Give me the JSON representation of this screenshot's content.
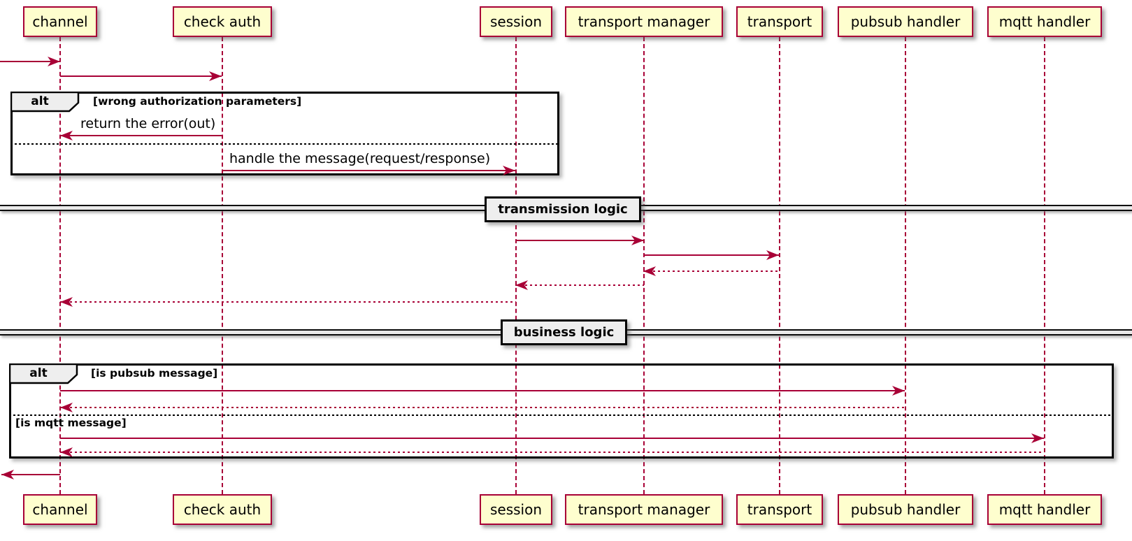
{
  "diagram": {
    "participants": [
      {
        "label": "channel"
      },
      {
        "label": "check auth"
      },
      {
        "label": "session"
      },
      {
        "label": "transport manager"
      },
      {
        "label": "transport"
      },
      {
        "label": "pubsub handler"
      },
      {
        "label": "mqtt handler"
      }
    ],
    "dividers": [
      {
        "label": "transmission logic"
      },
      {
        "label": "business logic"
      }
    ],
    "frames": [
      {
        "operator": "alt",
        "conditions": [
          "[wrong authorization parameters]",
          ""
        ]
      },
      {
        "operator": "alt",
        "conditions": [
          "[is pubsub message]",
          "[is mqtt message]"
        ]
      }
    ],
    "messages": [
      {
        "from": "external-left",
        "to": "channel",
        "label": "",
        "style": "solid"
      },
      {
        "from": "channel",
        "to": "check auth",
        "label": "",
        "style": "solid"
      },
      {
        "from": "check auth",
        "to": "channel",
        "label": "return the error(out)",
        "style": "solid"
      },
      {
        "from": "check auth",
        "to": "session",
        "label": "handle the message(request/response)",
        "style": "solid"
      },
      {
        "from": "session",
        "to": "transport manager",
        "label": "",
        "style": "solid"
      },
      {
        "from": "transport manager",
        "to": "transport",
        "label": "",
        "style": "solid"
      },
      {
        "from": "transport",
        "to": "transport manager",
        "label": "",
        "style": "dotted"
      },
      {
        "from": "transport manager",
        "to": "session",
        "label": "",
        "style": "dotted"
      },
      {
        "from": "session",
        "to": "channel",
        "label": "",
        "style": "dotted"
      },
      {
        "from": "channel",
        "to": "pubsub handler",
        "label": "",
        "style": "solid"
      },
      {
        "from": "pubsub handler",
        "to": "channel",
        "label": "",
        "style": "dotted"
      },
      {
        "from": "channel",
        "to": "mqtt handler",
        "label": "",
        "style": "solid"
      },
      {
        "from": "mqtt handler",
        "to": "channel",
        "label": "",
        "style": "dotted"
      },
      {
        "from": "channel",
        "to": "external-left",
        "label": "",
        "style": "solid"
      }
    ],
    "colors": {
      "participant_fill": "#FEFECE",
      "accent": "#A80036",
      "frame_label_fill": "#EEEEEE",
      "frame_border": "#000000"
    }
  }
}
